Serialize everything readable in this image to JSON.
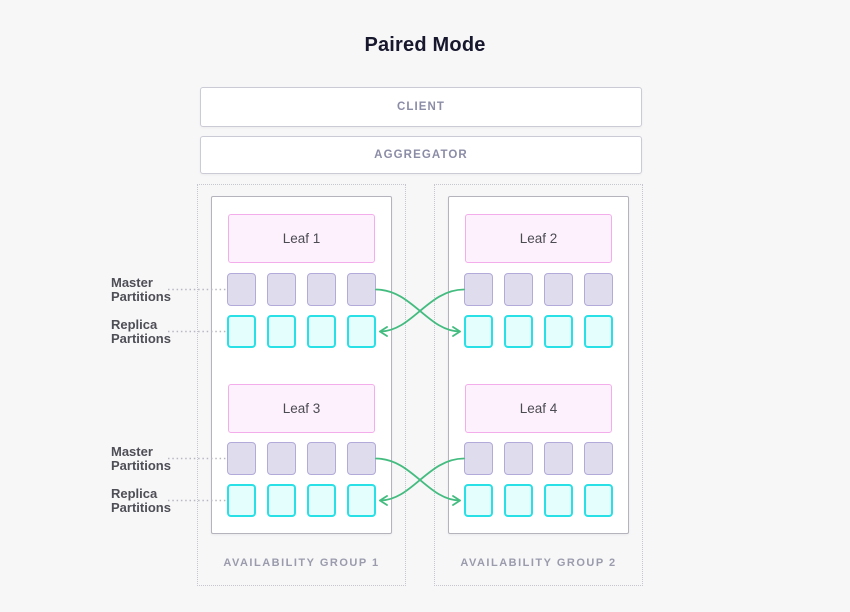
{
  "title": "Paired Mode",
  "client": {
    "label": "CLIENT"
  },
  "aggregator": {
    "label": "AGGREGATOR"
  },
  "row_labels": {
    "master": "Master\nPartitions",
    "replica": "Replica\nPartitions"
  },
  "groups": [
    {
      "label": "AVAILABILITY GROUP 1",
      "leaves": [
        {
          "name": "Leaf 1",
          "master_partitions": 4,
          "replica_partitions": 4
        },
        {
          "name": "Leaf 3",
          "master_partitions": 4,
          "replica_partitions": 4
        }
      ]
    },
    {
      "label": "AVAILABILITY GROUP 2",
      "leaves": [
        {
          "name": "Leaf 2",
          "master_partitions": 4,
          "replica_partitions": 4
        },
        {
          "name": "Leaf 4",
          "master_partitions": 4,
          "replica_partitions": 4
        }
      ]
    }
  ],
  "colors": {
    "background": "#f7f7f8",
    "arrow_green": "#44bc80",
    "master_fill": "#dfdcee",
    "master_border": "#b2abd9",
    "replica_fill": "#e4fdfd",
    "replica_border": "#2ae0e7",
    "leaf_fill": "#fdf1fd",
    "leaf_border": "#f3adeb",
    "muted_label": "#8b8ca6",
    "group_label": "#9a9bac",
    "dark_text": "#17172e",
    "label_text": "#4e4e56"
  }
}
